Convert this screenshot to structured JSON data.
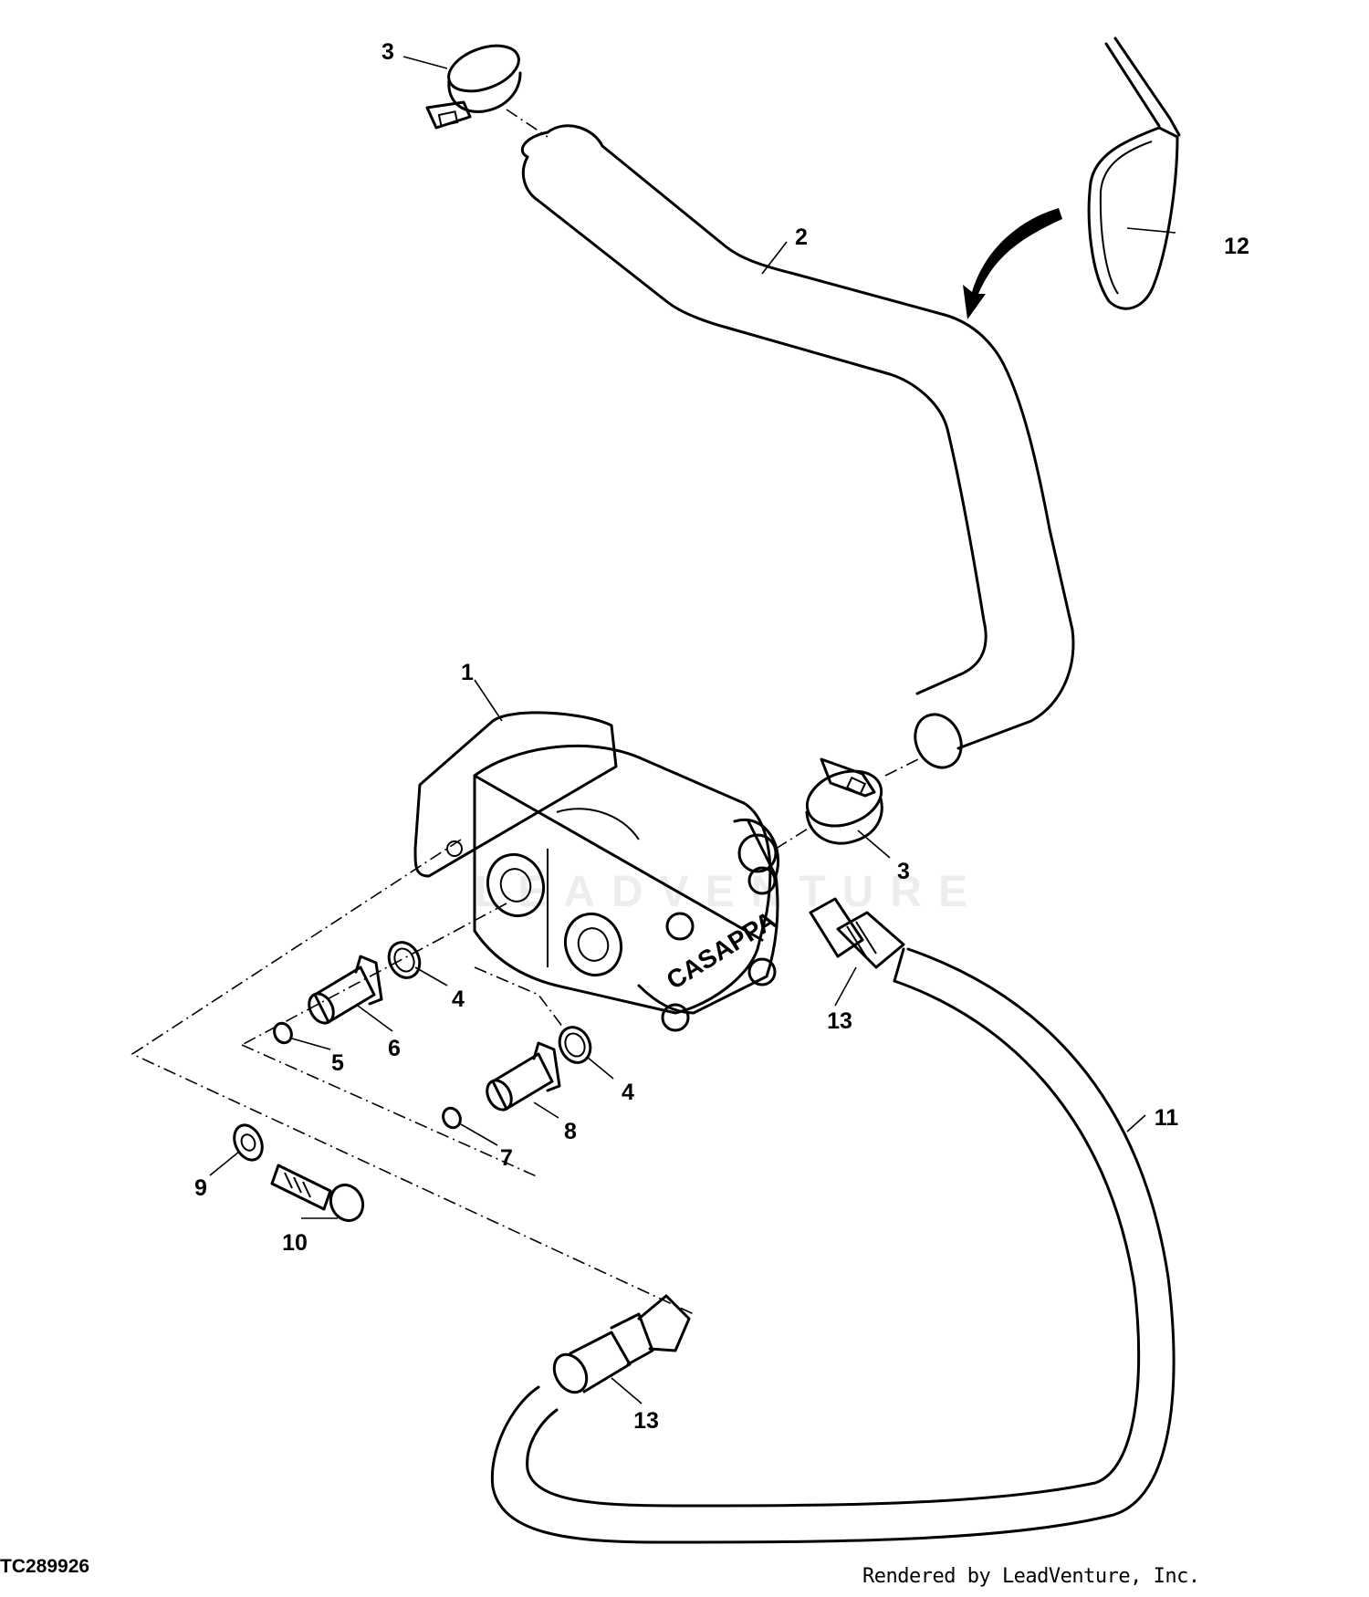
{
  "figure": {
    "id_label": "TC289926",
    "credit": "Rendered by LeadVenture, Inc.",
    "watermark": "LEADVENTURE"
  },
  "pump": {
    "brand_text": "CASAPPA"
  },
  "callouts": [
    {
      "key": "c1",
      "text": "1"
    },
    {
      "key": "c2",
      "text": "2"
    },
    {
      "key": "c3a",
      "text": "3"
    },
    {
      "key": "c3b",
      "text": "3"
    },
    {
      "key": "c4a",
      "text": "4"
    },
    {
      "key": "c4b",
      "text": "4"
    },
    {
      "key": "c5",
      "text": "5"
    },
    {
      "key": "c6",
      "text": "6"
    },
    {
      "key": "c7",
      "text": "7"
    },
    {
      "key": "c8",
      "text": "8"
    },
    {
      "key": "c9",
      "text": "9"
    },
    {
      "key": "c10",
      "text": "10"
    },
    {
      "key": "c11",
      "text": "11"
    },
    {
      "key": "c12",
      "text": "12"
    },
    {
      "key": "c13a",
      "text": "13"
    },
    {
      "key": "c13b",
      "text": "13"
    }
  ]
}
